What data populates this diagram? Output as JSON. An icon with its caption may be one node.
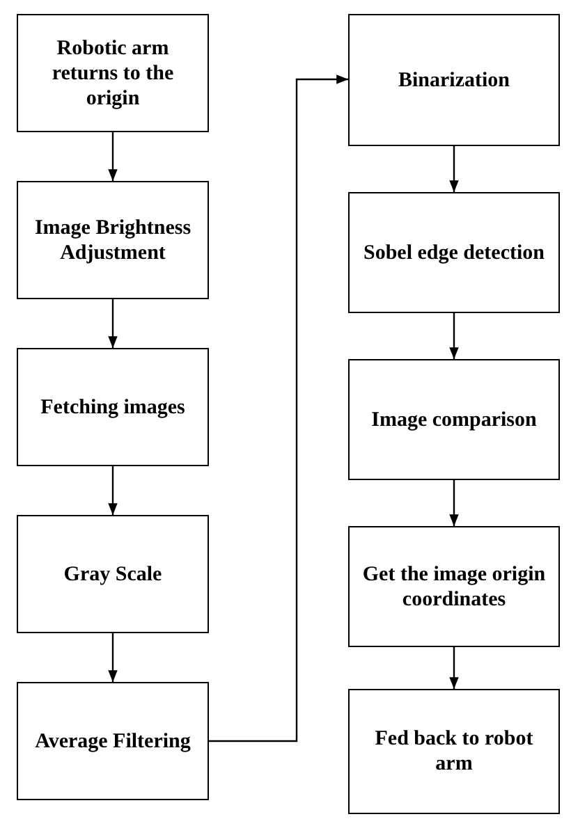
{
  "diagram": {
    "nodes": [
      {
        "text": [
          "Robotic arm returns to the origin"
        ]
      },
      {
        "text": [
          "Image Brightness Adjustment"
        ]
      },
      {
        "text": [
          "Fetching images"
        ]
      },
      {
        "text": [
          "Gray Scale"
        ]
      },
      {
        "text": [
          "Average Filtering"
        ]
      },
      {
        "text": [
          "Binarization"
        ]
      },
      {
        "text": [
          "Sobel edge detection"
        ]
      },
      {
        "text": [
          "Image comparison"
        ]
      },
      {
        "text": [
          "Get the image origin coordinates"
        ]
      },
      {
        "text": [
          "Fed back to robot arm"
        ]
      }
    ],
    "edges": [
      {
        "from": 0,
        "to": 1,
        "arrow": "to"
      },
      {
        "from": 1,
        "to": 2,
        "arrow": "to"
      },
      {
        "from": 2,
        "to": 3,
        "arrow": "to"
      },
      {
        "from": 3,
        "to": 4,
        "arrow": "to"
      },
      {
        "from": 4,
        "to": 5,
        "arrow": "to"
      },
      {
        "from": 5,
        "to": 6,
        "arrow": "to"
      },
      {
        "from": 6,
        "to": 7,
        "arrow": "to"
      },
      {
        "from": 7,
        "to": 8,
        "arrow": "to"
      },
      {
        "from": 8,
        "to": 9,
        "arrow": "to"
      }
    ]
  }
}
